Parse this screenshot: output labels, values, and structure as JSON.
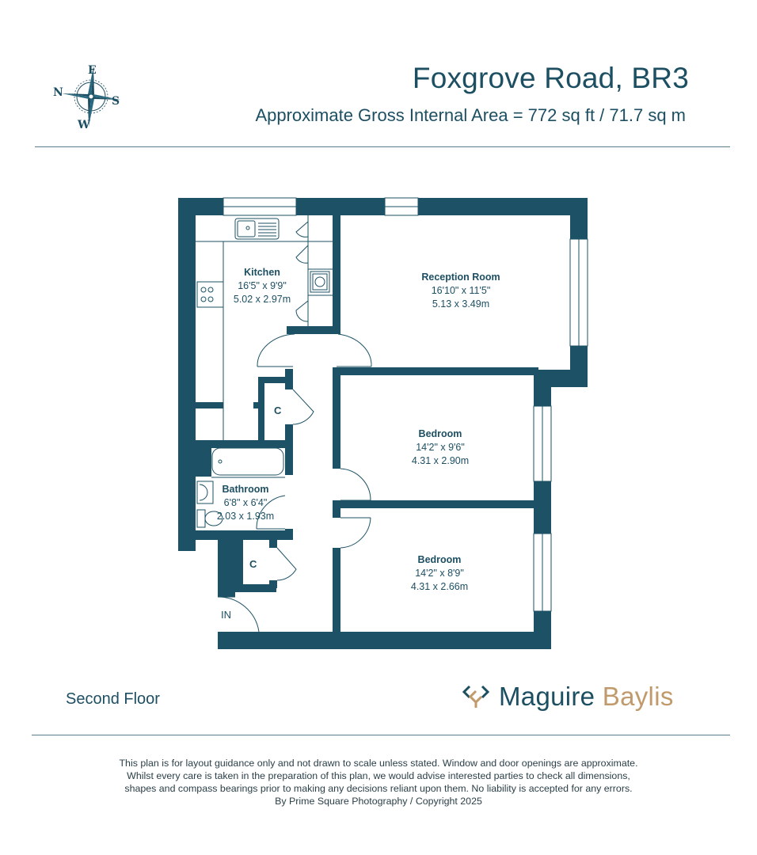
{
  "header": {
    "title": "Foxgrove Road, BR3",
    "subtitle": "Approximate Gross Internal Area = 772 sq ft / 71.7 sq m"
  },
  "compass": {
    "n": "N",
    "e": "E",
    "s": "S",
    "w": "W",
    "icon": "compass-rose-icon"
  },
  "rooms": [
    {
      "name": "Kitchen",
      "imperial": "16'5\" x 9'9\"",
      "metric": "5.02 x 2.97m"
    },
    {
      "name": "Reception Room",
      "imperial": "16'10\" x 11'5\"",
      "metric": "5.13 x 3.49m"
    },
    {
      "name": "Bedroom",
      "imperial": "14'2\" x 9'6\"",
      "metric": "4.31 x 2.90m"
    },
    {
      "name": "Bedroom",
      "imperial": "14'2\" x 8'9\"",
      "metric": "4.31 x 2.66m"
    },
    {
      "name": "Bathroom",
      "imperial": "6'8\" x 6'4\"",
      "metric": "2.03 x 1.93m"
    }
  ],
  "tags": {
    "cupboard1": "C",
    "cupboard2": "C",
    "entrance": "IN"
  },
  "floor_label": "Second Floor",
  "brand": {
    "part1": "Maguire",
    "part2": "Baylis",
    "primary_color": "#1d4f63",
    "accent_color": "#c09a6b"
  },
  "disclaimer": {
    "line1": "This plan is for layout guidance only and not drawn to scale unless stated. Window and door openings are approximate.",
    "line2": "Whilst every care is taken in the preparation of this plan, we would advise interested parties to check all dimensions,",
    "line3": "shapes and compass bearings prior to making any decisions reliant upon them. No liability is accepted for any errors.",
    "line4": "By Prime Square Photography / Copyright 2025"
  },
  "colors": {
    "wall": "#1d5266",
    "text": "#1d4f63",
    "rule": "#5a7d8b"
  }
}
